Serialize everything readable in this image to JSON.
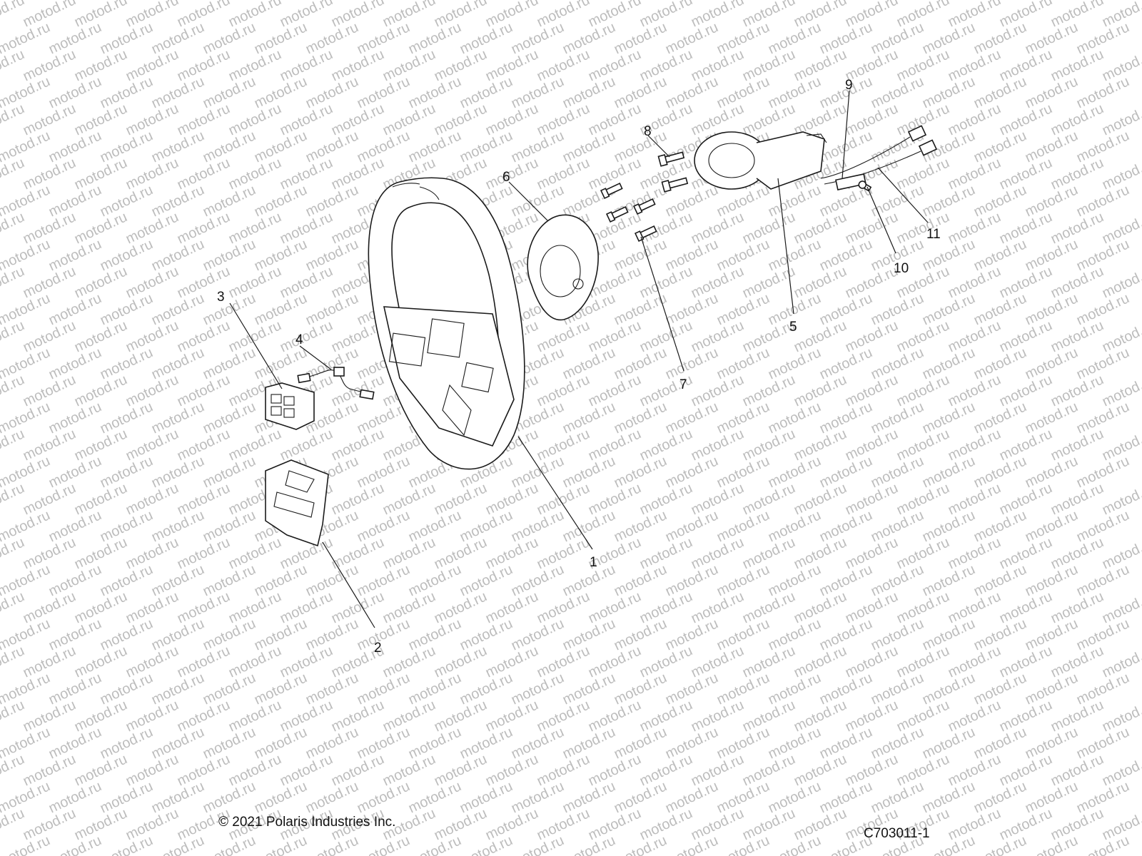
{
  "watermark": "motod.ru",
  "callouts": [
    "1",
    "2",
    "3",
    "4",
    "5",
    "6",
    "7",
    "8",
    "9",
    "10",
    "11"
  ],
  "copyright": "© 2021 Polaris Industries Inc.",
  "figure_id": "C703011-1",
  "colors": {
    "line": "#1a1a1a",
    "watermark": "#bdbdbd",
    "background": "#ffffff"
  }
}
